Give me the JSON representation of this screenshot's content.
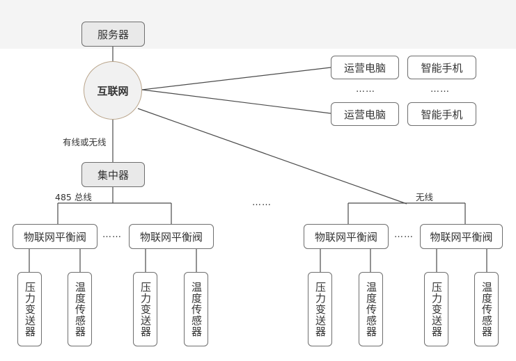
{
  "nodes": {
    "server": "服务器",
    "internet": "互联网",
    "concentrator": "集中器",
    "ops_pc": "运营电脑",
    "smartphone": "智能手机",
    "balance_valve": "物联网平衡阀",
    "pressure_transmitter": "压力变送器",
    "temperature_sensor": "温度传感器"
  },
  "labels": {
    "wired_or_wireless": "有线或无线",
    "bus_485": "485 总线",
    "wireless": "无线"
  },
  "ellipsis": "……",
  "colors": {
    "line": "#4a4a4a",
    "box_border": "#6e6e6e",
    "circle_border": "#b9a48a",
    "grey_fill": "#e9e9e9",
    "top_band": "#f4f4f4"
  }
}
